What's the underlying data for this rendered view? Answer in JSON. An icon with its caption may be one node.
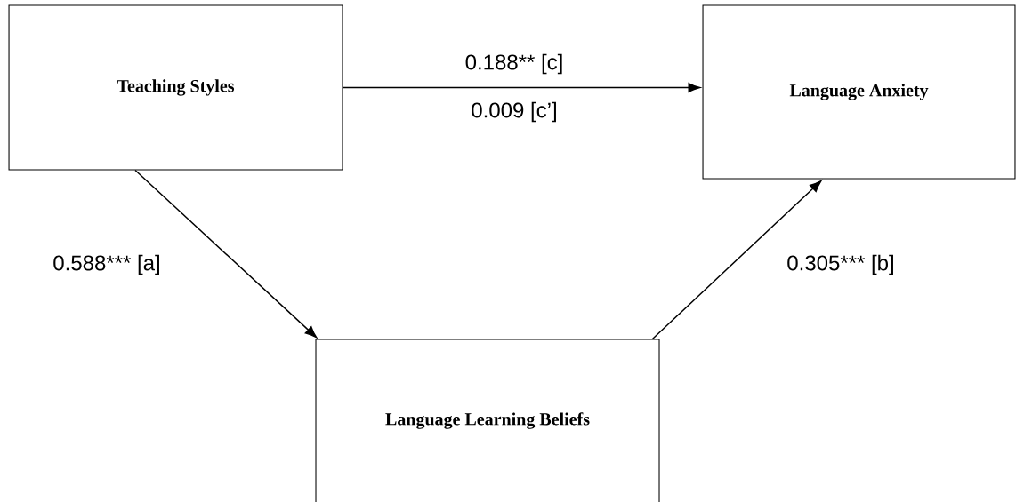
{
  "diagram": {
    "nodes": [
      {
        "text": [
          "Teaching Styles"
        ]
      },
      {
        "text": [
          "Language Anxiety"
        ]
      },
      {
        "text": [
          "Language Learning Beliefs"
        ]
      }
    ],
    "edges": [
      {
        "from": 0,
        "to": 1,
        "arrow": "to",
        "label": "0.188** [c]"
      },
      {
        "from": 0,
        "to": 2,
        "arrow": "to",
        "label": "0.588*** [a]"
      },
      {
        "from": 2,
        "to": 1,
        "arrow": "to",
        "label": "0.305*** [b]"
      }
    ],
    "labels": [
      "0.009 [c’]"
    ]
  }
}
